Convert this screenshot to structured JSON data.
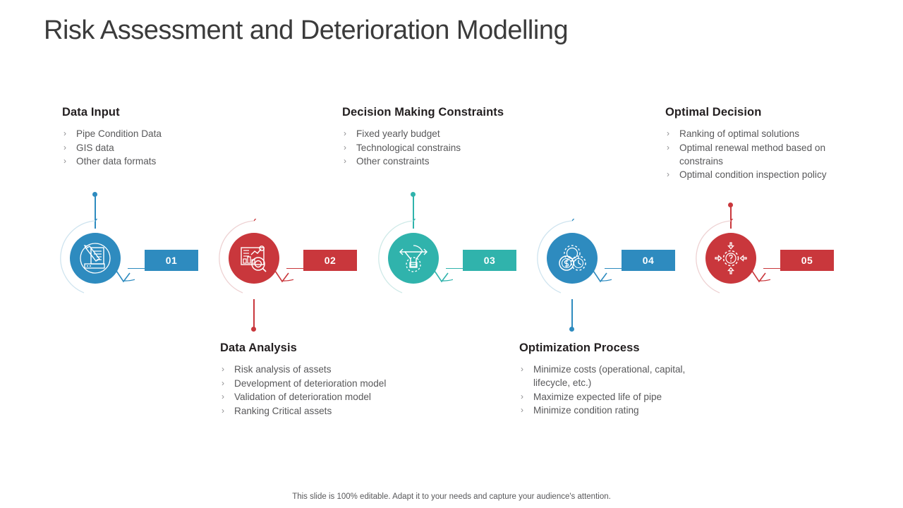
{
  "slide": {
    "title": "Risk Assessment and Deterioration Modelling",
    "footer": "This slide is 100% editable. Adapt it to your needs and capture your audience's attention."
  },
  "colors": {
    "blue": "#2e8bbf",
    "red": "#c9373c",
    "teal": "#30b3ac",
    "title_text": "#3b3b3b",
    "heading_text": "#231f20",
    "body_text": "#58585a",
    "bullet_chevron": "#8d8d8f",
    "background": "#ffffff"
  },
  "steps": [
    {
      "number": "01",
      "color_key": "blue",
      "color": "#2e8bbf",
      "icon": "document-pencil-icon",
      "label_position": "above",
      "heading": "Data Input",
      "bullets": [
        "Pipe Condition Data",
        "GIS data",
        "Other data formats"
      ]
    },
    {
      "number": "02",
      "color_key": "red",
      "color": "#c9373c",
      "icon": "analytics-chart-search-icon",
      "label_position": "below",
      "heading": "Data Analysis",
      "bullets": [
        "Risk analysis of assets",
        "Development of deterioration model",
        "Validation of deterioration model",
        "Ranking Critical assets"
      ]
    },
    {
      "number": "03",
      "color_key": "teal",
      "color": "#30b3ac",
      "icon": "funnel-arrows-gear-icon",
      "label_position": "above",
      "heading": "Decision Making Constraints",
      "bullets": [
        "Fixed yearly budget",
        "Technological constrains",
        "Other constraints"
      ]
    },
    {
      "number": "04",
      "color_key": "blue",
      "color": "#2e8bbf",
      "icon": "cost-time-gear-coins-icon",
      "label_position": "below",
      "heading": "Optimization Process",
      "bullets": [
        "Minimize costs (operational, capital, lifecycle, etc.)",
        "Maximize expected life of pipe",
        "Minimize condition rating"
      ]
    },
    {
      "number": "05",
      "color_key": "red",
      "color": "#c9373c",
      "icon": "gear-question-arrows-icon",
      "label_position": "above",
      "heading": "Optimal Decision",
      "bullets": [
        "Ranking of optimal solutions",
        "Optimal renewal method based on constrains",
        "Optimal condition inspection policy"
      ]
    }
  ]
}
